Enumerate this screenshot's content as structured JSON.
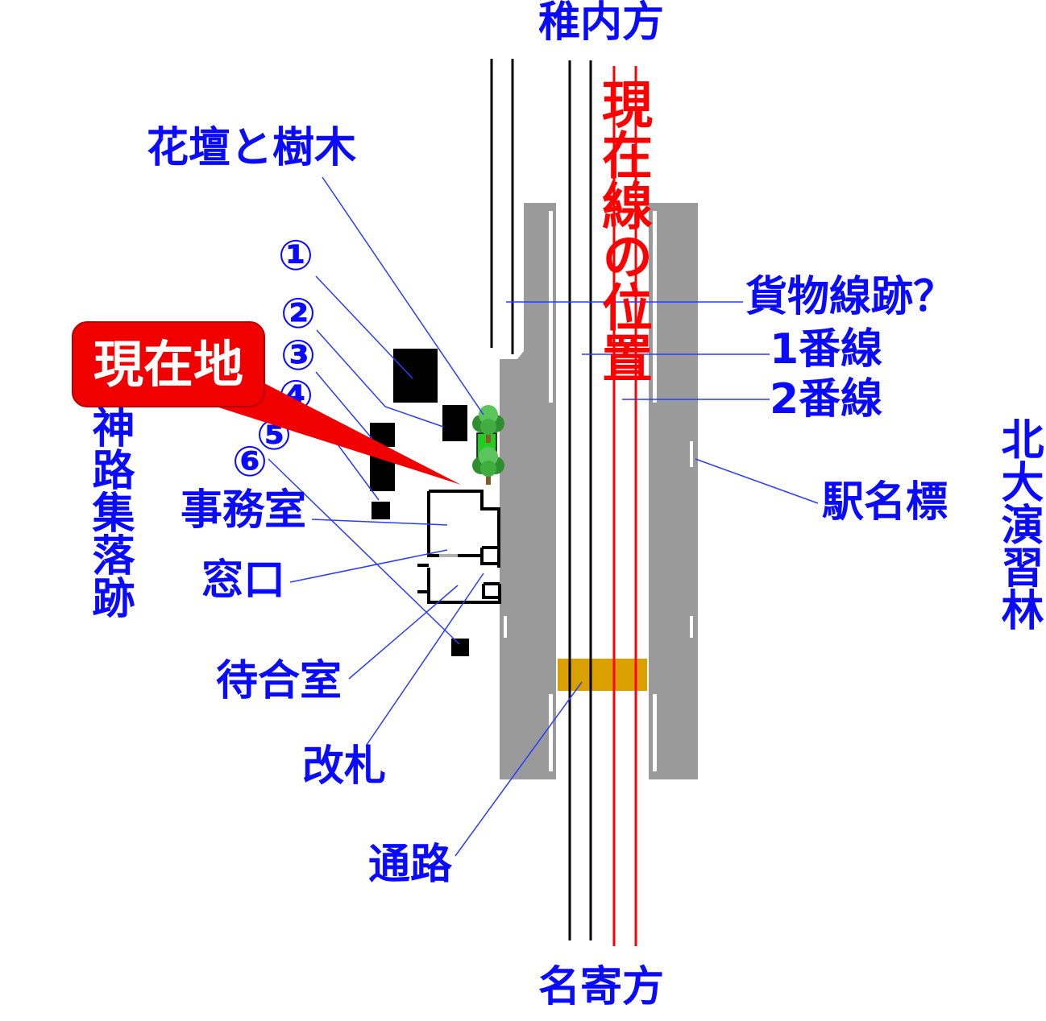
{
  "directions": {
    "north": "稚内方",
    "south": "名寄方"
  },
  "labels": {
    "flower_bed": "花壇と樹木",
    "freight_track": "貨物線跡？",
    "track_1": "1番線",
    "track_2": "2番線",
    "station_sign": "駅名標",
    "office": "事務室",
    "ticket_window": "窓口",
    "waiting_room": "待合室",
    "ticket_gate": "改札",
    "passage": "通路"
  },
  "areas": {
    "east": "北大演習林",
    "west": "神路集落跡"
  },
  "current_line_label": "現在線の位置",
  "callout": {
    "text": "現在地"
  },
  "markers": [
    "①",
    "②",
    "③",
    "④",
    "⑤",
    "⑥"
  ],
  "colors": {
    "label": "#0a0aff",
    "current_line": "#ff0000",
    "callout": "#f00000",
    "callout_text": "#ffffff",
    "platform": "#9a9a9a",
    "passage": "#d9a000",
    "track": "#000000",
    "leader": "#2a3cff",
    "building": "#000000",
    "flowerbed": "#22cc22",
    "tree": "#3fae3f"
  }
}
